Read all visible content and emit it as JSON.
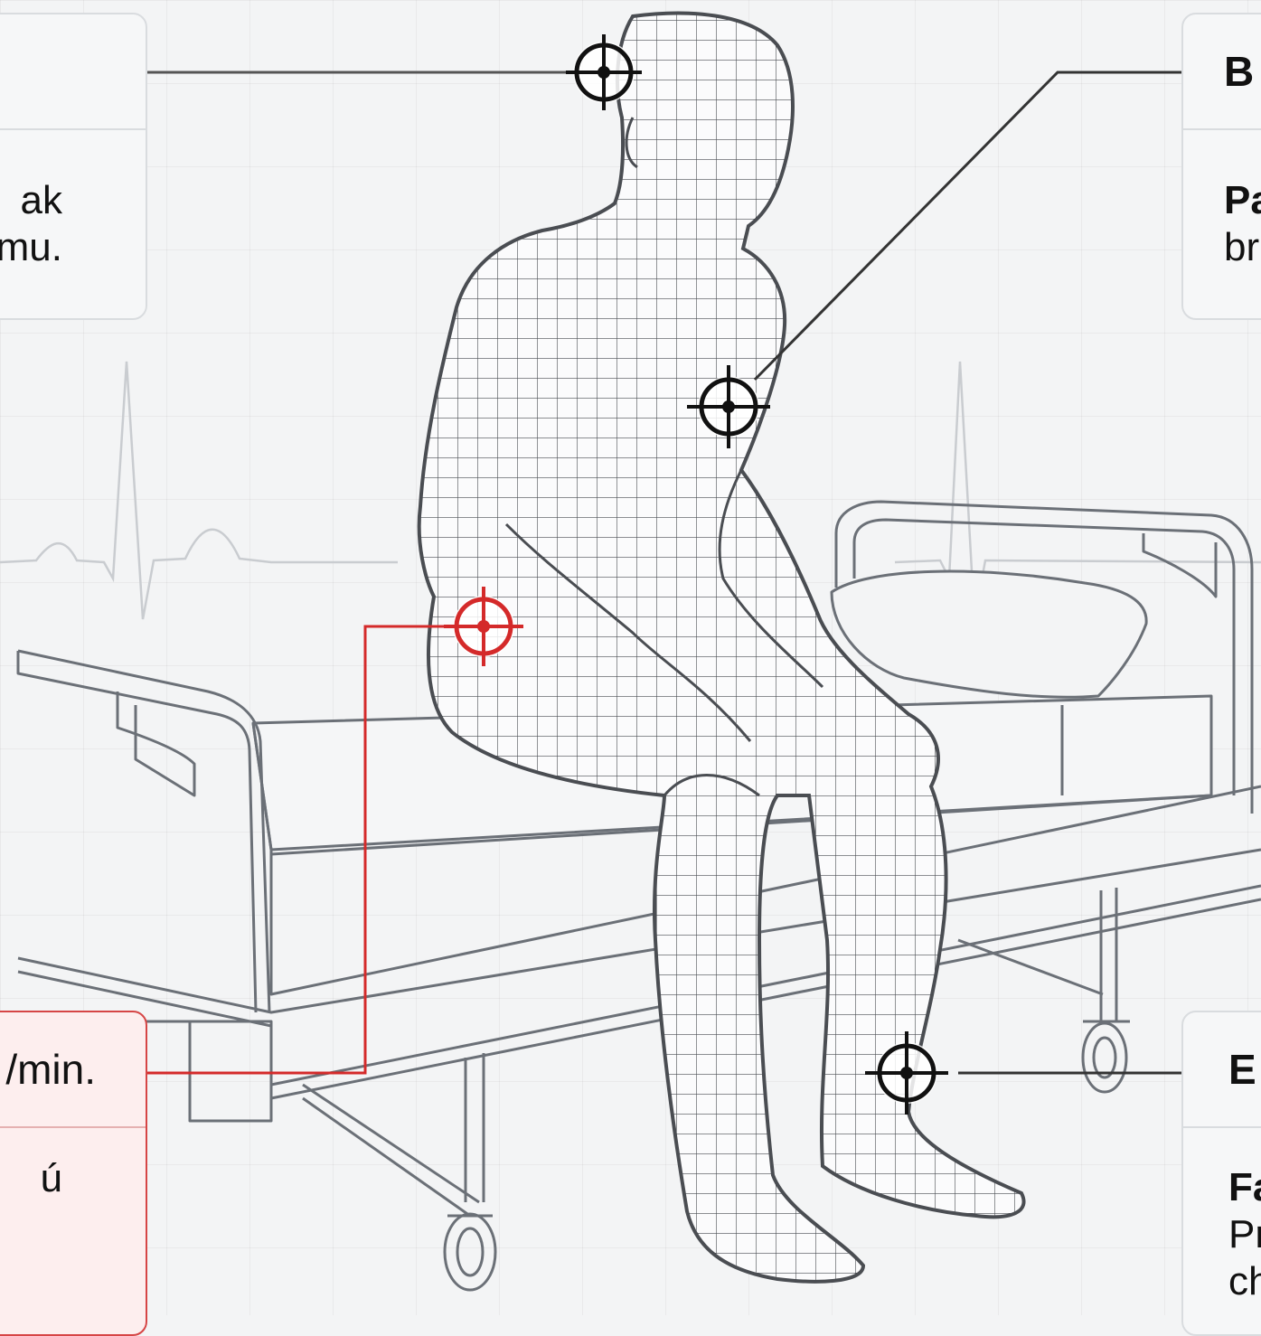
{
  "callouts": {
    "a": {
      "label": "",
      "line1": "ak",
      "line2": "mu."
    },
    "b": {
      "label": "B",
      "line1": "Pa",
      "line2": "br"
    },
    "d": {
      "label": "/min.",
      "line1": "ú"
    },
    "e": {
      "label": "E",
      "line1": "Fa",
      "line2": "Pr",
      "line3": "ch"
    }
  },
  "markers": [
    "head",
    "chest",
    "hip",
    "ankle"
  ],
  "colors": {
    "marker": "#111111",
    "alert": "#d42a2a",
    "wireframe": "#4a4d52",
    "bed": "#6b7077"
  }
}
